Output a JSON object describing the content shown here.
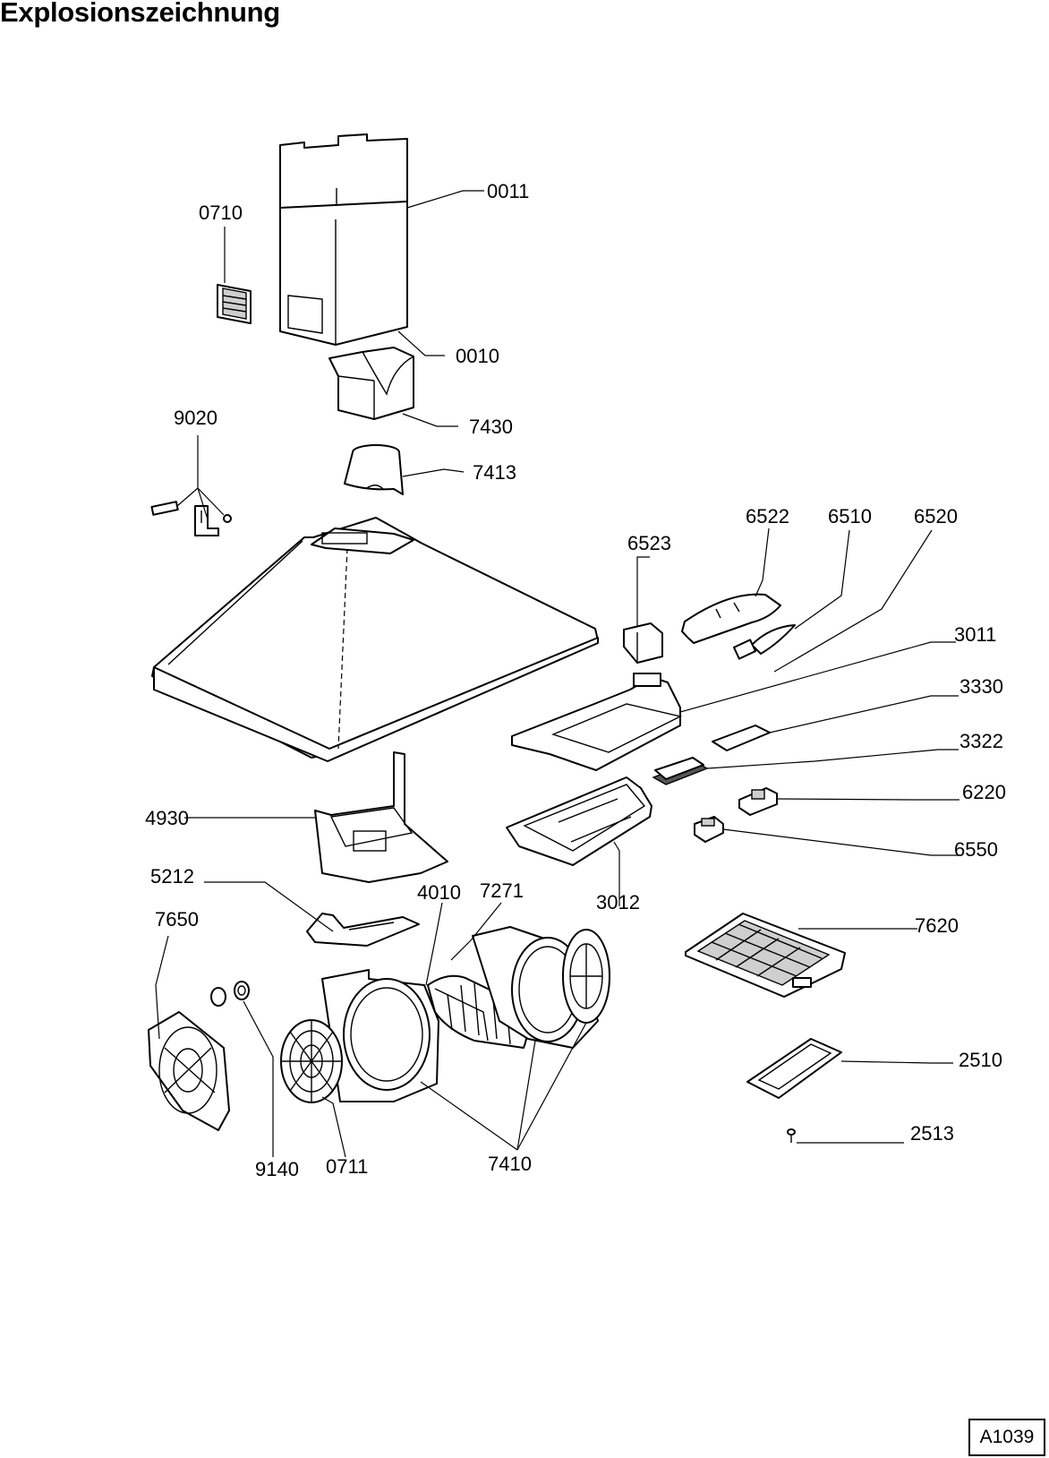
{
  "title": "Explosionszeichnung",
  "drawing_code": "A1039",
  "parts": {
    "p0011": "0011",
    "p0710": "0710",
    "p0010": "0010",
    "p7430": "7430",
    "p9020": "9020",
    "p7413": "7413",
    "p6522": "6522",
    "p6510": "6510",
    "p6520": "6520",
    "p6523": "6523",
    "p3011": "3011",
    "p3330": "3330",
    "p3322": "3322",
    "p6220": "6220",
    "p4930": "4930",
    "p6550": "6550",
    "p5212": "5212",
    "p4010": "4010",
    "p7271": "7271",
    "p3012": "3012",
    "p7650": "7650",
    "p7620": "7620",
    "p2510": "2510",
    "p2513": "2513",
    "p9140": "9140",
    "p0711": "0711",
    "p7410": "7410"
  }
}
